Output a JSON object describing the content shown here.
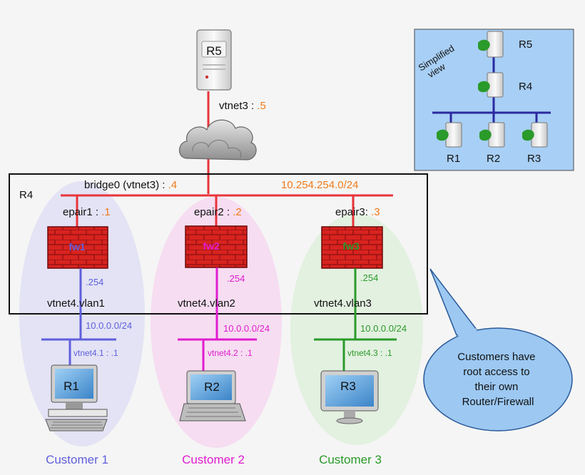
{
  "colors": {
    "red": "#e8343a",
    "orange": "#f07a1a",
    "blue": "#5f5fdc",
    "magenta": "#e01cd0",
    "green": "#2a9a2a",
    "black": "#111111",
    "inset_bg": "#a8cff5",
    "callout_bg": "#9cc8f2"
  },
  "top": {
    "r5_label": "R5",
    "vtnet3_label": "vtnet3 : ",
    "vtnet3_suffix": ".5"
  },
  "r4_box": {
    "label": "R4",
    "bridge_label": "bridge0 (vtnet3) : ",
    "bridge_suffix": ".4",
    "subnet": "10.254.254.0/24"
  },
  "branches": [
    {
      "epair_label": "epair1 : ",
      "epair_suffix": ".1",
      "fw_label": "fw1",
      "ip254": ".254",
      "vlan_label": "vtnet4.vlan1",
      "net_label": "10.0.0.0/24",
      "host_iface": "vtnet4.1 : .1",
      "host_label": "R1",
      "customer": "Customer 1"
    },
    {
      "epair_label": "epair2 : ",
      "epair_suffix": ".2",
      "fw_label": "fw2",
      "ip254": ".254",
      "vlan_label": "vtnet4.vlan2",
      "net_label": "10.0.0.0/24",
      "host_iface": "vtnet4.2 : .1",
      "host_label": "R2",
      "customer": "Customer 2"
    },
    {
      "epair_label": "epair3: ",
      "epair_suffix": ".3",
      "fw_label": "fw3",
      "ip254": ".254",
      "vlan_label": "vtnet4.vlan3",
      "net_label": "10.0.0.0/24",
      "host_iface": "vtnet4.3 : .1",
      "host_label": "R3",
      "customer": "Customer 3"
    }
  ],
  "inset": {
    "title_line1": "Simplified",
    "title_line2": "view",
    "r5": "R5",
    "r4": "R4",
    "r1": "R1",
    "r2": "R2",
    "r3": "R3"
  },
  "callout": {
    "line1": "Customers have",
    "line2": "root access to",
    "line3": "their own",
    "line4": "Router/Firewall"
  },
  "icons": {
    "server": "server-tower-icon",
    "cloud": "cloud-icon",
    "firewall": "brick-wall-firewall-icon",
    "computer": "desktop-computer-icon",
    "laptop": "laptop-icon",
    "monitor": "monitor-icon",
    "mini_server": "mini-server-icon"
  }
}
